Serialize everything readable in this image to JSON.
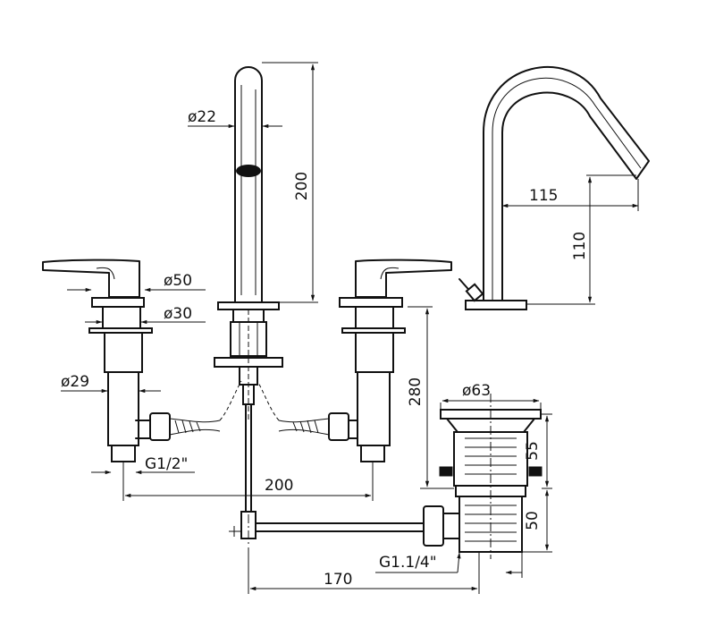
{
  "dimensions": {
    "spout_diameter": "ø22",
    "spout_height": "200",
    "spout_reach": "115",
    "spout_outlet_height": "110",
    "handle_base_diameter": "ø50",
    "handle_flange_diameter": "ø30",
    "body_diameter": "ø29",
    "inlet_thread": "G1/2\"",
    "handle_spacing": "200",
    "spout_to_drain": "280",
    "drain_diameter": "ø63",
    "drain_upper_height": "55",
    "drain_lower_height": "50",
    "drain_thread": "G1.1/4\"",
    "rod_length": "170"
  }
}
